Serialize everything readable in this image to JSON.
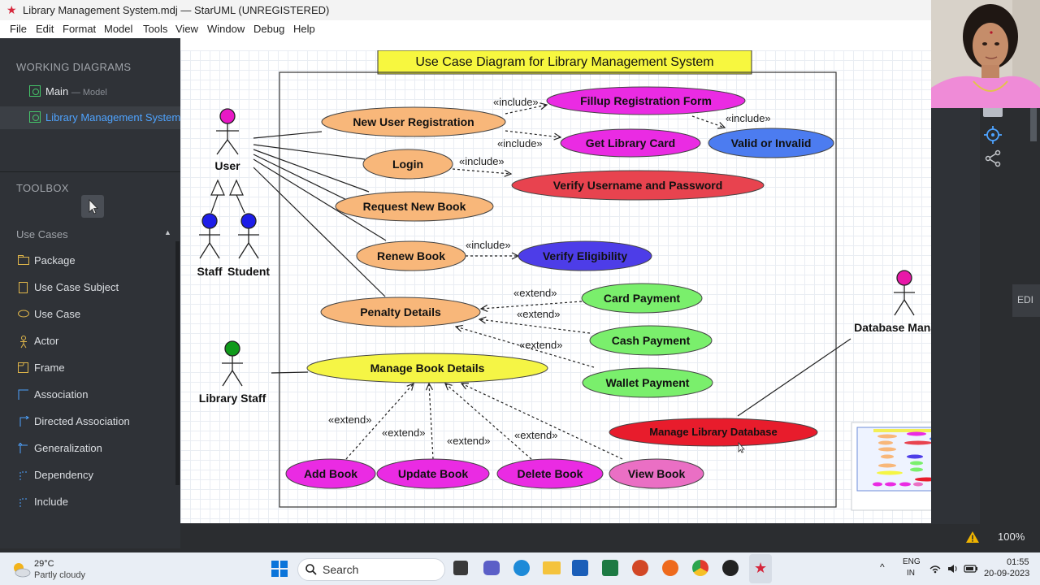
{
  "window": {
    "title": "Library Management System.mdj — StarUML (UNREGISTERED)"
  },
  "menu": [
    "File",
    "Edit",
    "Format",
    "Model",
    "Tools",
    "View",
    "Window",
    "Debug",
    "Help"
  ],
  "sidebar": {
    "working_title": "WORKING DIAGRAMS",
    "diagrams": [
      {
        "name": "Main",
        "suffix": "— Model"
      },
      {
        "name": "Library Management System",
        "suffix": ""
      }
    ],
    "toolbox_title": "TOOLBOX",
    "group": "Use Cases",
    "tools": [
      "Package",
      "Use Case Subject",
      "Use Case",
      "Actor",
      "Frame",
      "Association",
      "Directed Association",
      "Generalization",
      "Dependency",
      "Include"
    ]
  },
  "diagram": {
    "title": "Use Case Diagram for Library Management System",
    "actors": [
      "User",
      "Staff",
      "Student",
      "Library Staff",
      "Database Manager"
    ],
    "use_cases": [
      "New User Registration",
      "Login",
      "Request New Book",
      "Renew Book",
      "Penalty Details",
      "Manage Book Details",
      "Fillup Registration Form",
      "Get Library Card",
      "Valid or Invalid",
      "Verify Username and Password",
      "Verify Eligibility",
      "Card Payment",
      "Cash Payment",
      "Wallet Payment",
      "Manage Library Database",
      "Add Book",
      "Update Book",
      "Delete Book",
      "View Book"
    ],
    "include_label": "«include»",
    "extend_label": "«extend»"
  },
  "right_panel": {
    "edit_label": "EDI"
  },
  "status": {
    "zoom": "100%"
  },
  "taskbar": {
    "weather_temp": "29°C",
    "weather_desc": "Partly cloudy",
    "search": "Search",
    "lang_1": "ENG",
    "lang_2": "IN",
    "time": "01:55",
    "date": "20-09-2023"
  },
  "colors": {
    "orange": "#f8b77a",
    "magenta": "#ea2be3",
    "blue": "#4c7cf0",
    "red": "#e8434f",
    "indigo": "#4d3de8",
    "green": "#7aef6c",
    "yellow": "#f5f545",
    "pink": "#ea6fc4",
    "title_bg": "#f7f73f"
  }
}
